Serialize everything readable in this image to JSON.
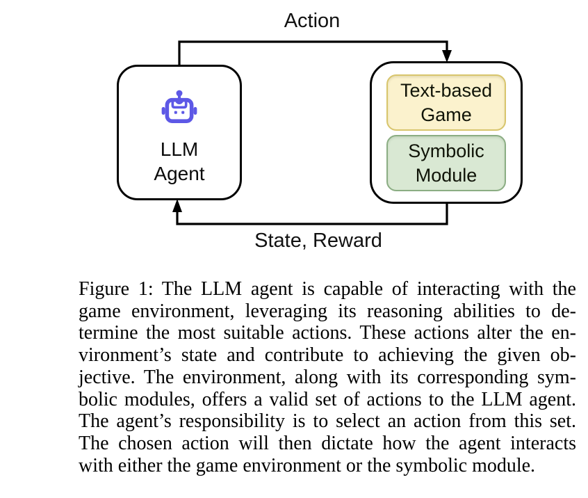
{
  "figure": {
    "action_label": "Action",
    "state_reward_label": "State, Reward",
    "agent_box": {
      "title_line1": "LLM",
      "title_line2": "Agent",
      "icon": "robot-icon"
    },
    "environment_box": {
      "game_label_line1": "Text-based",
      "game_label_line2": "Game",
      "module_label_line1": "Symbolic",
      "module_label_line2": "Module"
    },
    "colors": {
      "outline": "#000000",
      "robot_icon": "#5d58e6",
      "game_bg": "#fbf2cd",
      "game_border": "#d8c56c",
      "module_bg": "#d9e8d3",
      "module_border": "#8bad83"
    }
  },
  "caption": {
    "lines": [
      "Figure 1: The LLM agent is capable of interacting with the",
      "game environment, leveraging its reasoning abilities to de-",
      "termine the most suitable actions. These actions alter the en-",
      "vironment’s state and contribute to achieving the given ob-",
      "jective. The environment, along with its corresponding sym-",
      "bolic modules, offers a valid set of actions to the LLM agent.",
      "The agent’s responsibility is to select an action from this set.",
      "The chosen action will then dictate how the agent interacts",
      "with either the game environment or the symbolic module."
    ]
  }
}
